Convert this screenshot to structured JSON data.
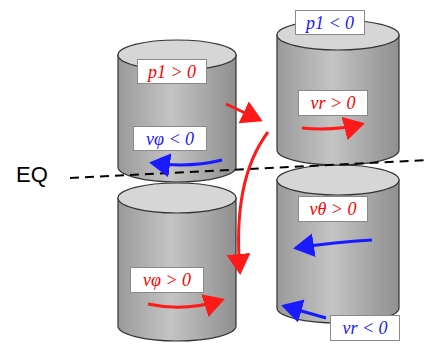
{
  "diagram": {
    "nodes": [
      {
        "text": [
          "p1 > 0"
        ]
      },
      {
        "text": [
          "p1 < 0"
        ]
      },
      {
        "text": [
          "vφ < 0"
        ]
      },
      {
        "text": [
          "vr > 0"
        ]
      },
      {
        "text": [
          "vθ > 0"
        ]
      },
      {
        "text": [
          "vφ > 0"
        ]
      },
      {
        "text": [
          "vr < 0"
        ]
      }
    ],
    "labels": [
      "EQ"
    ]
  }
}
